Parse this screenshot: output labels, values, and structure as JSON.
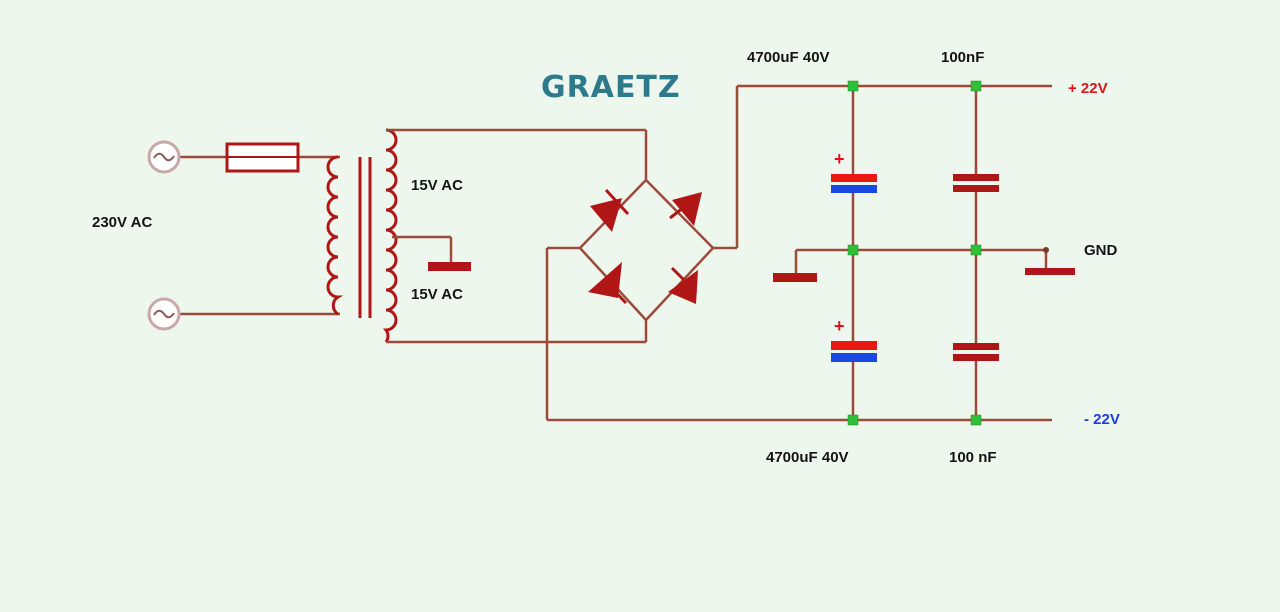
{
  "diagram": {
    "title": "GRAETZ",
    "mains_label": "230V AC",
    "secondary_upper_label": "15V AC",
    "secondary_lower_label": "15V AC",
    "cap_top_label": "4700uF 40V",
    "cap_bottom_label": "4700uF 40V",
    "small_cap_top_label": "100nF",
    "small_cap_bottom_label": "100 nF",
    "output_positive_label": "+ 22V",
    "output_negative_label": "- 22V",
    "ground_label": "GND",
    "plus_marker": "+"
  },
  "colors": {
    "background": "#edf7ed",
    "wire": "#9c4a3a",
    "component": "#b01616",
    "node": "#2fbf3a",
    "title": "#2c7a8c",
    "positive": "#e11414",
    "negative": "#1a3fe0",
    "ac_source": "#c8a8a8"
  },
  "icons": {
    "ac_source": "ac-source-icon",
    "fuse": "fuse-icon",
    "transformer": "transformer-icon",
    "diode": "diode-icon",
    "electrolytic_capacitor": "electrolytic-capacitor-icon",
    "capacitor": "capacitor-icon",
    "ground": "ground-icon"
  }
}
